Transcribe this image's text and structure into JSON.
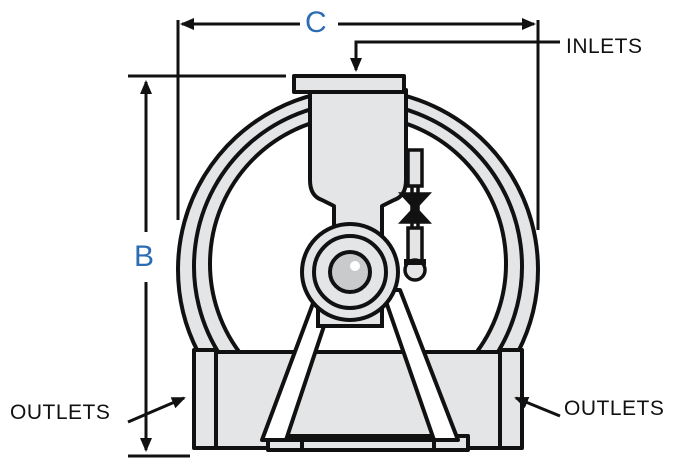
{
  "labels": {
    "dimension_c": "C",
    "dimension_b": "B",
    "inlets": "INLETS",
    "outlets_left": "OUTLETS",
    "outlets_right": "OUTLETS"
  },
  "colors": {
    "outline": "#111111",
    "body_fill": "#e4e5e7",
    "accent_blue": "#2b6cb5",
    "hub_fill": "#c9cacc",
    "background": "#ffffff"
  },
  "icons": {
    "valve": "gate-valve-icon",
    "hub": "axle-hub-icon"
  }
}
